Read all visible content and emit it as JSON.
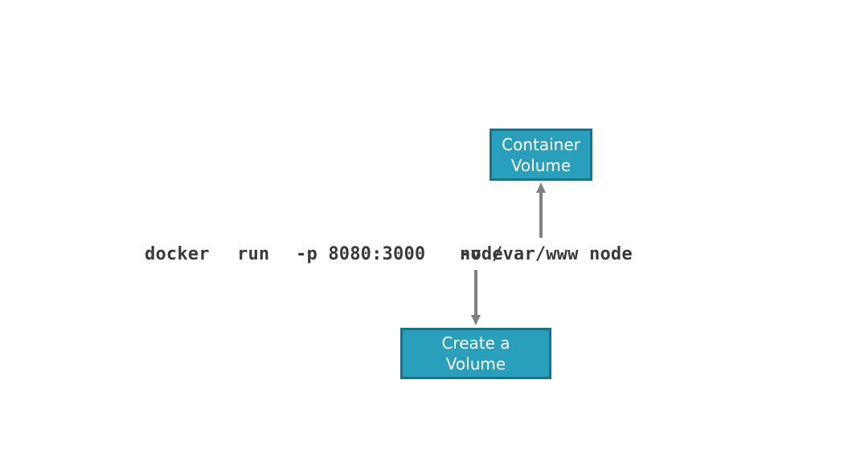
{
  "command": {
    "docker": "docker",
    "run": "run",
    "port_flag": "-p 8080:3000",
    "volume_flag": "-v",
    "path_overlap": "node",
    "path_rest": "/var/www node"
  },
  "callouts": {
    "container_volume": "Container\nVolume",
    "create_volume": "Create a\nVolume"
  },
  "colors": {
    "box_fill": "#2a9fbc",
    "box_border": "#1e7188",
    "arrow": "#808080",
    "text": "#3a3a3a"
  }
}
